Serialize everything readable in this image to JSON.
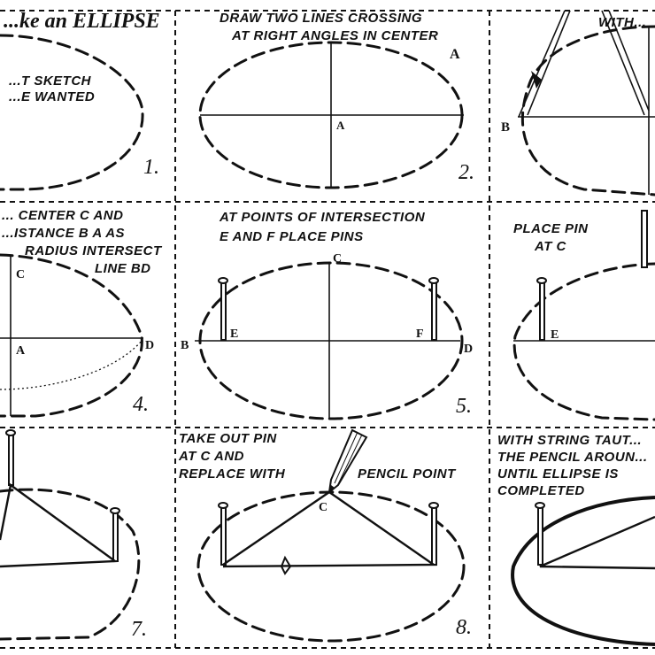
{
  "title": "...ke an ELLIPSE",
  "panels": [
    {
      "id": 1,
      "caption": [
        "...T SKETCH",
        "...E WANTED"
      ],
      "number": "1."
    },
    {
      "id": 2,
      "caption": [
        "DRAW TWO LINES CROSSING",
        "AT RIGHT ANGLES IN CENTER"
      ],
      "number": "2."
    },
    {
      "id": 3,
      "caption": [
        "WITH..."
      ],
      "number": ""
    },
    {
      "id": 4,
      "caption": [
        "... CENTER C AND",
        "...ISTANCE B A AS",
        "RADIUS INTERSECT",
        "LINE BD"
      ],
      "number": "4."
    },
    {
      "id": 5,
      "caption": [
        "AT POINTS OF INTERSECTION",
        "E AND F PLACE PINS"
      ],
      "number": "5."
    },
    {
      "id": 6,
      "caption": [
        "PLACE PIN",
        "AT C"
      ],
      "number": ""
    },
    {
      "id": 7,
      "caption": [],
      "number": "7."
    },
    {
      "id": 8,
      "caption": [
        "TAKE OUT PIN",
        "AT C AND",
        "REPLACE WITH",
        "PENCIL POINT"
      ],
      "number": "8."
    },
    {
      "id": 9,
      "caption": [
        "WITH STRING TAUT...",
        "THE PENCIL AROUN...",
        "UNTIL ELLIPSE IS",
        "COMPLETED"
      ],
      "number": ""
    }
  ],
  "points": {
    "a": "A",
    "b": "B",
    "c": "C",
    "d": "D",
    "e": "E",
    "f": "F"
  },
  "icons": [
    "compass-icon",
    "pin-icon",
    "pencil-icon",
    "string-knot-icon"
  ]
}
